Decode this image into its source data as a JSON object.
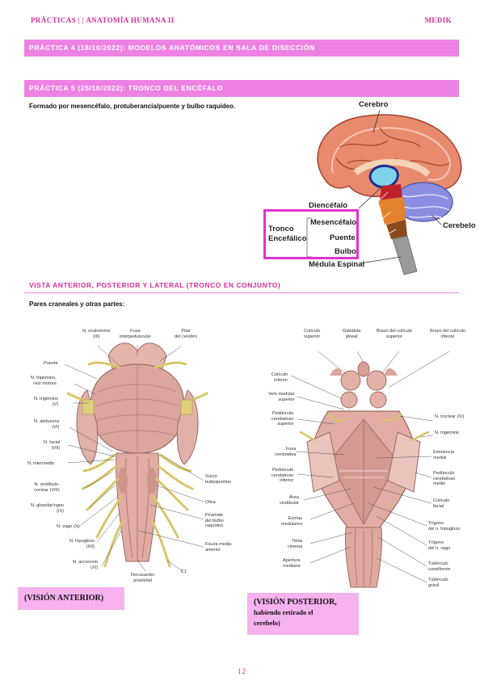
{
  "header": {
    "left": "PRÁCTICAS | | ANATOMÍA HUMANA II",
    "right": "MEDIK"
  },
  "bars": {
    "practica4": "PRÁCTICA 4 (18/10/2022): MODELOS ANATÓMICOS EN SALA DE DISECCIÓN",
    "practica5": "PRÁCTICA 5 (25/10/2022): TRONCO DEL ENCÉFALO"
  },
  "intro": "Formado por mesencéfalo, protuberancia/puente y bulbo raquídeo.",
  "brain_figure": {
    "cerebro": "Cerebro",
    "diencefalo": "Diencéfalo",
    "tronco": "Tronco",
    "encefalico": "Encefálico",
    "mesencefalo": "Mesencéfalo",
    "puente": "Puente",
    "bulbo": "Bulbo",
    "cerebelo": "Cerebelo",
    "medula": "Médula Espinal"
  },
  "section": {
    "title": "VISTA ANTERIOR, POSTERIOR Y LATERAL (TRONCO EN CONJUNTO)",
    "pares": "Pares craneales y otras partes:"
  },
  "anterior_labels": {
    "oculomotor": "N. oculomotor\n(III)",
    "fosa": "Fosa\ninterpeduncular",
    "pilar": "Pilar\ndel cerebro",
    "puente": "Puente",
    "trigemino_raiz": "N. trigémino,\nraíz motora",
    "trigemino": "N. trigémino\n(V)",
    "abducens": "N. abducens\n(VI)",
    "facial": "N. facial\n(VII)",
    "intermedio": "N. intermedio",
    "vestibulo": "N. vestíbulo-\ncoclear (VIII)",
    "glosofaringeo": "N. glosofaríngeo\n(IX)",
    "vago": "N. vago (X)",
    "hipogloso": "N. hipogloso\n(XII)",
    "accesorio": "N. accesorio\n(XI)",
    "decusacion": "Decusación\npiramidal",
    "surco": "Surco\nbulbopontino",
    "oliva": "Oliva",
    "piramide": "Pirámide\ndel bulbo\nraquídeo",
    "fisura": "Fisura media\nanterior",
    "c1": "C1"
  },
  "posterior_labels": {
    "coliculo_sup": "Colículo\nsuperior",
    "glandula": "Glándula\npineal",
    "brazo_sup": "Brazo del colículo\nsuperior",
    "brazo_inf": "Brazo del colículo\ninferior",
    "coliculo_inf": "Colículo\ninferior",
    "velo": "Velo medular\nsuperior",
    "ped_sup": "Pedúnculo\ncerebeloso\nsuperior",
    "fosa_romb": "Fosa\nromboidea",
    "ped_inf": "Pedúnculo\ncerebeloso\ninferior",
    "area_vest": "Área\nvestibular",
    "estrias": "Estrías\nmedulares",
    "tenia": "Tenia\ncinerea",
    "apertura": "Apertura\nmediana",
    "troclear": "N. troclear (IV)",
    "n_trigemino": "N. trigémino",
    "eminencia": "Eminencia\nmedial",
    "ped_medio": "Pedúnculo\ncerebeloso\nmedio",
    "coliculo_facial": "Colículo\nfacial",
    "trig_hipo": "Trígono\ndel n. hipogloso",
    "trig_vago": "Trígono\ndel n. vago",
    "tuberc_cun": "Tubérculo\ncuneiforme",
    "tuberc_gra": "Tubérculo\ngrácil"
  },
  "captions": {
    "anterior": "(VISIÓN ANTERIOR)",
    "posterior_1": "(VISIÓN POSTERIOR,",
    "posterior_2": "habiendo retirado el",
    "posterior_3": "cerebelo)"
  },
  "page_number": "12",
  "colors": {
    "accent": "#d6309a",
    "bar": "#ee82e2",
    "caption_bg": "#f6b1ef",
    "tronco_box": "#e232c8"
  }
}
